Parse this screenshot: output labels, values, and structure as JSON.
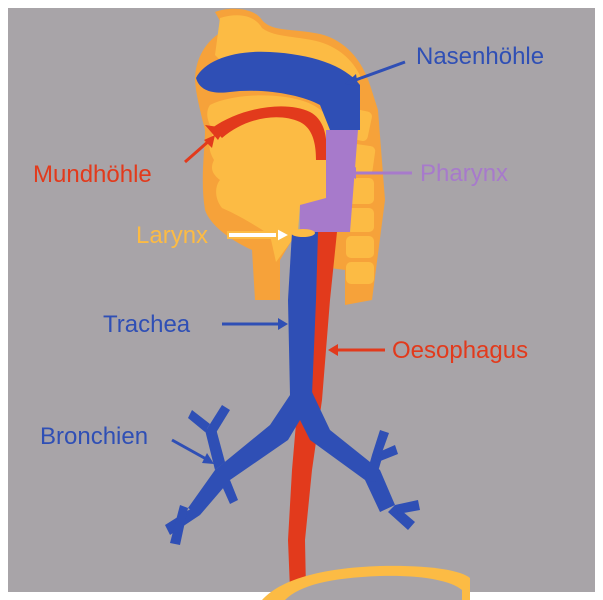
{
  "colors": {
    "background": "#a8a4a8",
    "frame": "#ffffff",
    "bone": "#fcbb44",
    "bone_dark": "#f6a23a",
    "airway": "#2f4fb5",
    "food": "#e23a1c",
    "pharynx": "#a77acb"
  },
  "labels": {
    "nasenhoehle": "Nasenhöhle",
    "mundhoehle": "Mundhöhle",
    "pharynx": "Pharynx",
    "larynx": "Larynx",
    "trachea": "Trachea",
    "oesophagus": "Oesophagus",
    "bronchien": "Bronchien"
  },
  "icons": {
    "arrow": "arrow-icon"
  }
}
